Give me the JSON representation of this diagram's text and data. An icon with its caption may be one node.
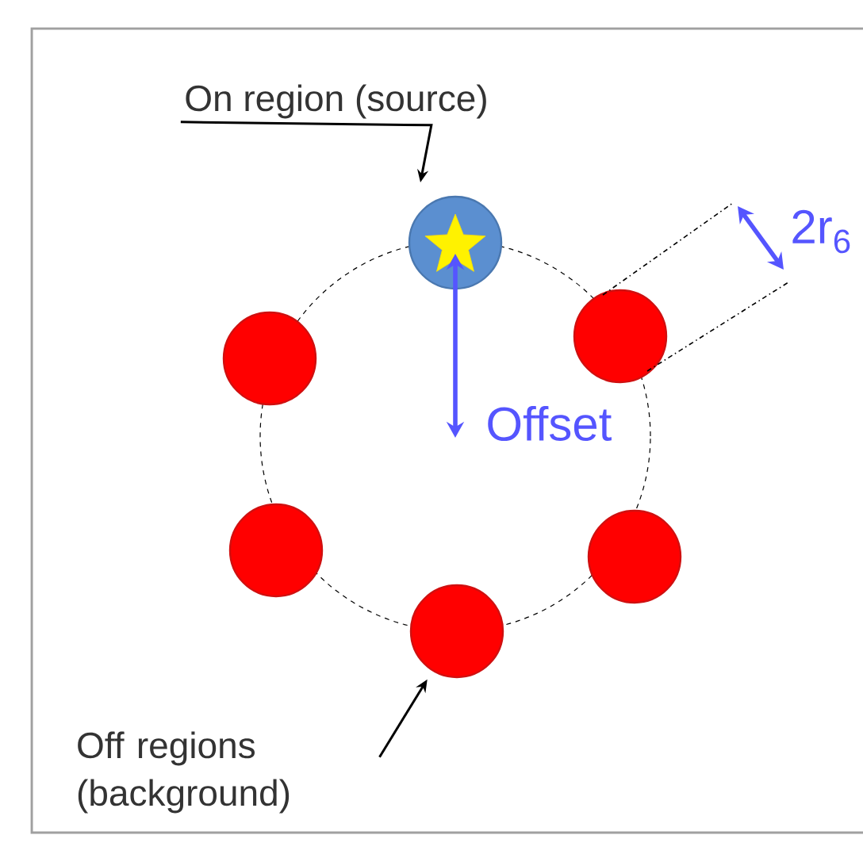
{
  "diagram": {
    "nodes": [
      {
        "text": [
          "On region (source)"
        ]
      },
      {
        "text": [],
        "shape": "circle"
      },
      {
        "text": [],
        "shape": "circle"
      },
      {
        "text": [],
        "shape": "circle"
      },
      {
        "text": [],
        "shape": "circle"
      },
      {
        "text": [],
        "shape": "circle"
      },
      {
        "text": [],
        "shape": "circle"
      },
      {
        "text": [
          "Off regions (background)"
        ]
      }
    ],
    "edges": [
      {
        "from": 0,
        "to": 1,
        "arrow": "to"
      },
      {
        "from": 7,
        "to": 6,
        "arrow": "to"
      }
    ],
    "labels": [
      "Offset",
      "2r$_{6}$"
    ]
  }
}
